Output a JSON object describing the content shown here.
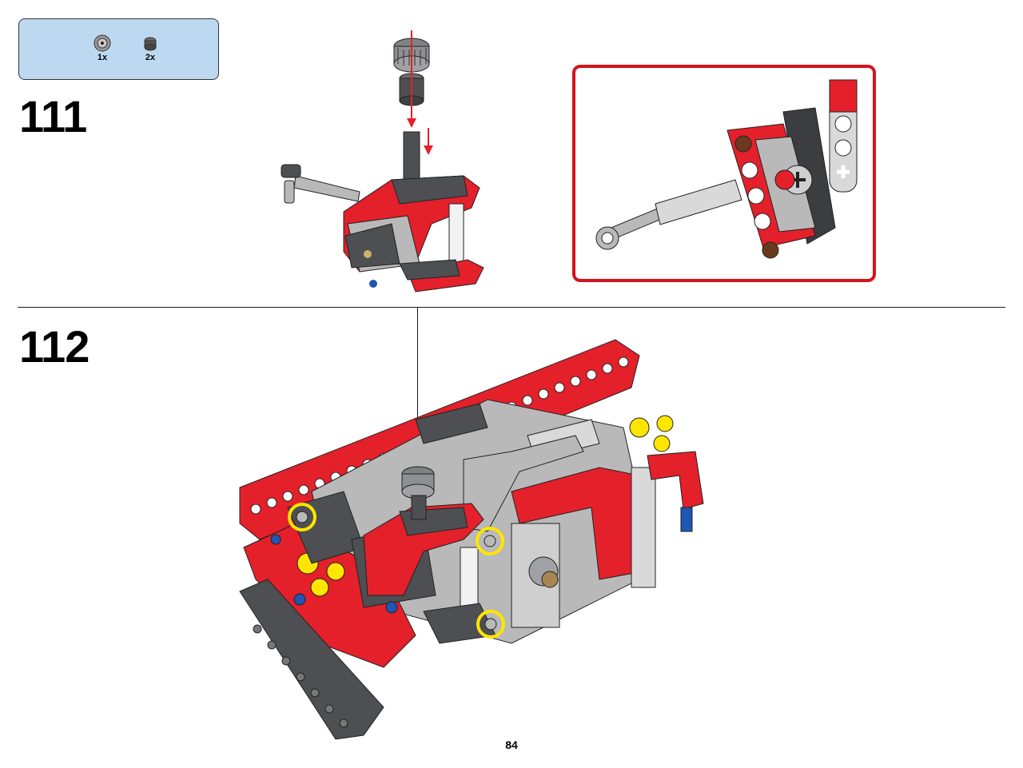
{
  "parts_list": [
    {
      "icon": "gear-12-tooth-icon",
      "qty": "1x"
    },
    {
      "icon": "bush-icon",
      "qty": "2x"
    }
  ],
  "steps": [
    {
      "number": "111"
    },
    {
      "number": "112"
    }
  ],
  "page_number": "84",
  "colors": {
    "brick_red": "#e4202b",
    "callout_red": "#d5141c",
    "light_gray": "#b9b9b9",
    "dark_gray": "#4d4f52",
    "parts_box_blue": "#bcd9f1",
    "highlight_yellow": "#ffe500"
  }
}
